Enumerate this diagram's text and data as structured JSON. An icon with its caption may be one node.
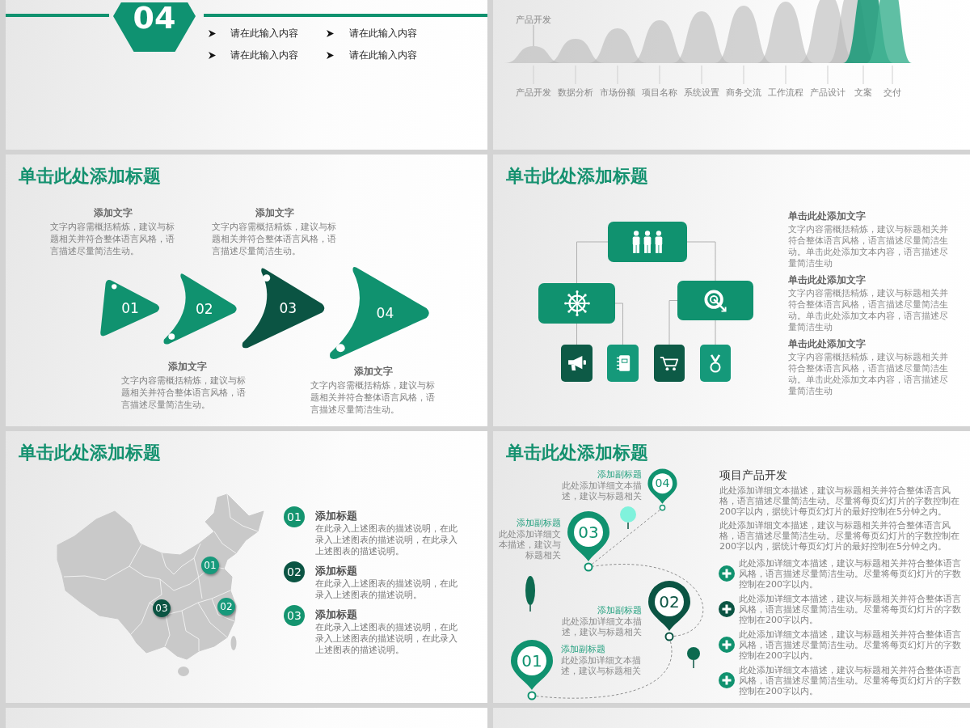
{
  "diagram": {
    "nodes": [
      {
        "text": [],
        "shape": "box"
      },
      {
        "text": [
          "04"
        ],
        "in": 0
      },
      {
        "text": [],
        "shape": "box"
      },
      {
        "text": [
          "产品开发"
        ],
        "in": 2
      },
      {
        "text": [
          "单击此处添加标题"
        ]
      },
      {
        "text": [
          "01"
        ],
        "in": 4,
        "beside": [
          "添加文字",
          "文字内容需概括精炼，建议与标题相关并符合整体语言风格，语言描述尽量简洁生动。"
        ]
      },
      {
        "text": [
          "02"
        ],
        "in": 4,
        "beside": [
          "添加文字",
          "文字内容需概括精炼，建议与标题相关并符合整体语言风格，语言描述尽量简洁生动。"
        ]
      },
      {
        "text": [
          "03"
        ],
        "in": 4,
        "beside": [
          "添加文字",
          "文字内容需概括精炼，建议与标题相关并符合整体语言风格，语言描述尽量简洁生动。"
        ]
      },
      {
        "text": [
          "04"
        ],
        "in": 4,
        "beside": [
          "添加文字",
          "文字内容需概括精炼，建议与标题相关并符合整体语言风格，语言描述尽量简洁生动。"
        ]
      },
      {
        "text": [
          "单击此处添加标题"
        ]
      },
      {
        "text": [],
        "shape": "box",
        "in": 9
      },
      {
        "text": [],
        "shape": "box",
        "in": 9
      },
      {
        "text": [],
        "shape": "box",
        "in": 9
      },
      {
        "text": [],
        "shape": "box",
        "in": 9
      },
      {
        "text": [],
        "shape": "box",
        "in": 9
      },
      {
        "text": [],
        "shape": "box",
        "in": 9
      },
      {
        "text": [],
        "shape": "box",
        "in": 9
      },
      {
        "text": [
          "单击此处添加标题"
        ]
      },
      {
        "text": [
          "01"
        ],
        "in": 17
      },
      {
        "text": [
          "02"
        ],
        "in": 17
      },
      {
        "text": [
          "03"
        ],
        "in": 17
      },
      {
        "text": [
          "01"
        ],
        "in": 17,
        "beside": [
          "添加标题",
          "在此录入上述图表的描述说明，在此录入上述图表的描述说明，在此录入上述图表的描述说明。"
        ]
      },
      {
        "text": [
          "02"
        ],
        "in": 17,
        "beside": [
          "添加标题",
          "在此录入上述图表的描述说明，在此录入上述图表的描述说明。"
        ]
      },
      {
        "text": [
          "03"
        ],
        "in": 17,
        "beside": [
          "添加标题",
          "在此录入上述图表的描述说明，在此录入上述图表的描述说明，在此录入上述图表的描述说明。"
        ]
      },
      {
        "text": [
          "单击此处添加标题"
        ]
      },
      {
        "text": [
          "01"
        ],
        "in": 24,
        "beside": [
          "添加副标题",
          "此处添加详细文本描述，建议与标题相关"
        ]
      },
      {
        "text": [
          "02"
        ],
        "in": 24,
        "beside": [
          "添加副标题",
          "此处添加详细文本描述，建议与标题相关"
        ]
      },
      {
        "text": [
          "03"
        ],
        "in": 24,
        "beside": [
          "添加副标题",
          "此处添加详细文本描述，建议与标题相关"
        ]
      },
      {
        "text": [
          "04"
        ],
        "in": 24,
        "beside": [
          "添加副标题",
          "此处添加详细文本描述，建议与标题相关"
        ]
      },
      {
        "text": [],
        "shape": "box"
      },
      {
        "text": [],
        "shape": "box"
      }
    ],
    "edges": [
      {
        "from": 3,
        "to": null,
        "arrow": "none"
      },
      {
        "from": 10,
        "to": 11,
        "arrow": "none"
      },
      {
        "from": 10,
        "to": 12,
        "arrow": "none"
      },
      {
        "from": 11,
        "to": 13,
        "arrow": "none"
      },
      {
        "from": 11,
        "to": 14,
        "arrow": "none"
      },
      {
        "from": 12,
        "to": 15,
        "arrow": "none"
      },
      {
        "from": 12,
        "to": 16,
        "arrow": "none"
      },
      {
        "from": 25,
        "to": 26,
        "arrow": "none",
        "style": "dashed"
      },
      {
        "from": 26,
        "to": 27,
        "arrow": "none",
        "style": "dashed"
      },
      {
        "from": 27,
        "to": 28,
        "arrow": "none",
        "style": "dashed"
      }
    ],
    "labels": [
      "请在此输入内容",
      "请在此输入内容",
      "请在此输入内容",
      "请在此输入内容",
      "产品开发",
      "数据分析",
      "市场份额",
      "项目名称",
      "系统设置",
      "商务交流",
      "工作流程",
      "产品设计",
      "文案",
      "交付",
      "单击此处添加文字",
      "文字内容需概括精炼，建议与标题相关并符合整体语言风格，语言描述尽量简洁生动。单击此处添加文本内容，语言描述尽量简洁生动",
      "单击此处添加文字",
      "文字内容需概括精炼，建议与标题相关并符合整体语言风格，语言描述尽量简洁生动。单击此处添加文本内容，语言描述尽量简洁生动",
      "单击此处添加文字",
      "文字内容需概括精炼，建议与标题相关并符合整体语言风格，语言描述尽量简洁生动。单击此处添加文本内容，语言描述尽量简洁生动",
      "项目产品开发",
      "此处添加详细文本描述，建议与标题相关并符合整体语言风格，语言描述尽量简洁生动。尽量将每页幻灯片的字数控制在200字以内，据统计每页幻灯片的最好控制在5分钟之内。",
      "此处添加详细文本描述，建议与标题相关并符合整体语言风格，语言描述尽量简洁生动。尽量将每页幻灯片的字数控制在200字以内，据统计每页幻灯片的最好控制在5分钟之内。",
      "此处添加详细文本描述，建议与标题相关并符合整体语言风格，语言描述尽量简洁生动。尽量将每页幻灯片的字数控制在200字以内。",
      "此处添加详细文本描述，建议与标题相关并符合整体语言风格，语言描述尽量简洁生动。尽量将每页幻灯片的字数控制在200字以内。",
      "此处添加详细文本描述，建议与标题相关并符合整体语言风格，语言描述尽量简洁生动。尽量将每页幻灯片的字数控制在200字以内。",
      "此处添加详细文本描述，建议与标题相关并符合整体语言风格，语言描述尽量简洁生动。尽量将每页幻灯片的字数控制在200字以内。"
    ]
  }
}
